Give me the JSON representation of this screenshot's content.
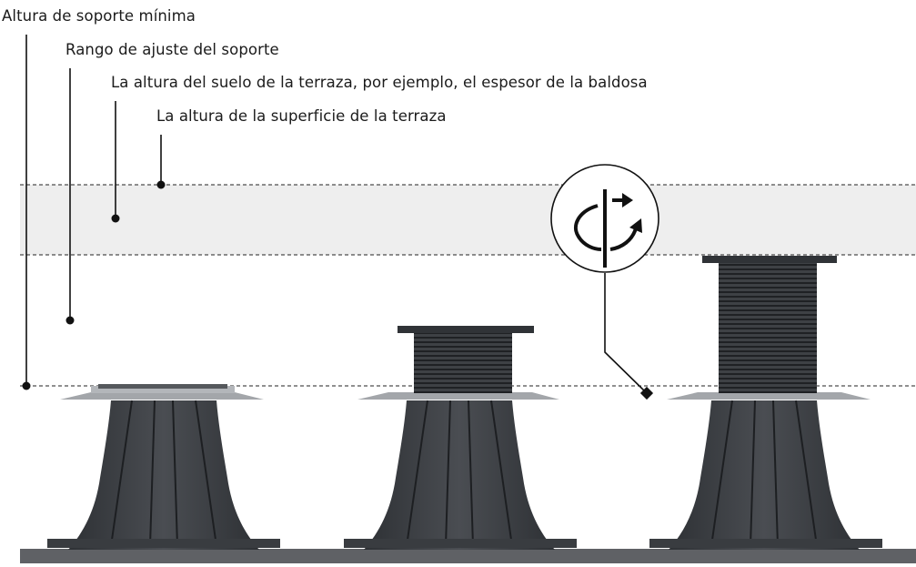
{
  "labels": {
    "min_height": "Altura de soporte mínima",
    "adjust_range": "Rango de ajuste del soporte",
    "floor_height": "La altura del suelo de la terraza, por ejemplo, el espesor de la baldosa",
    "surface_height": "La altura de la superficie de la terraza"
  },
  "icons": {
    "rotation": "rotation-adjust-icon"
  },
  "colors": {
    "pedestal_dark": "#3b3e42",
    "pedestal_plate": "#a3a6aa",
    "ground": "#5f6165",
    "band": "#eeeeee",
    "line": "#111111"
  }
}
